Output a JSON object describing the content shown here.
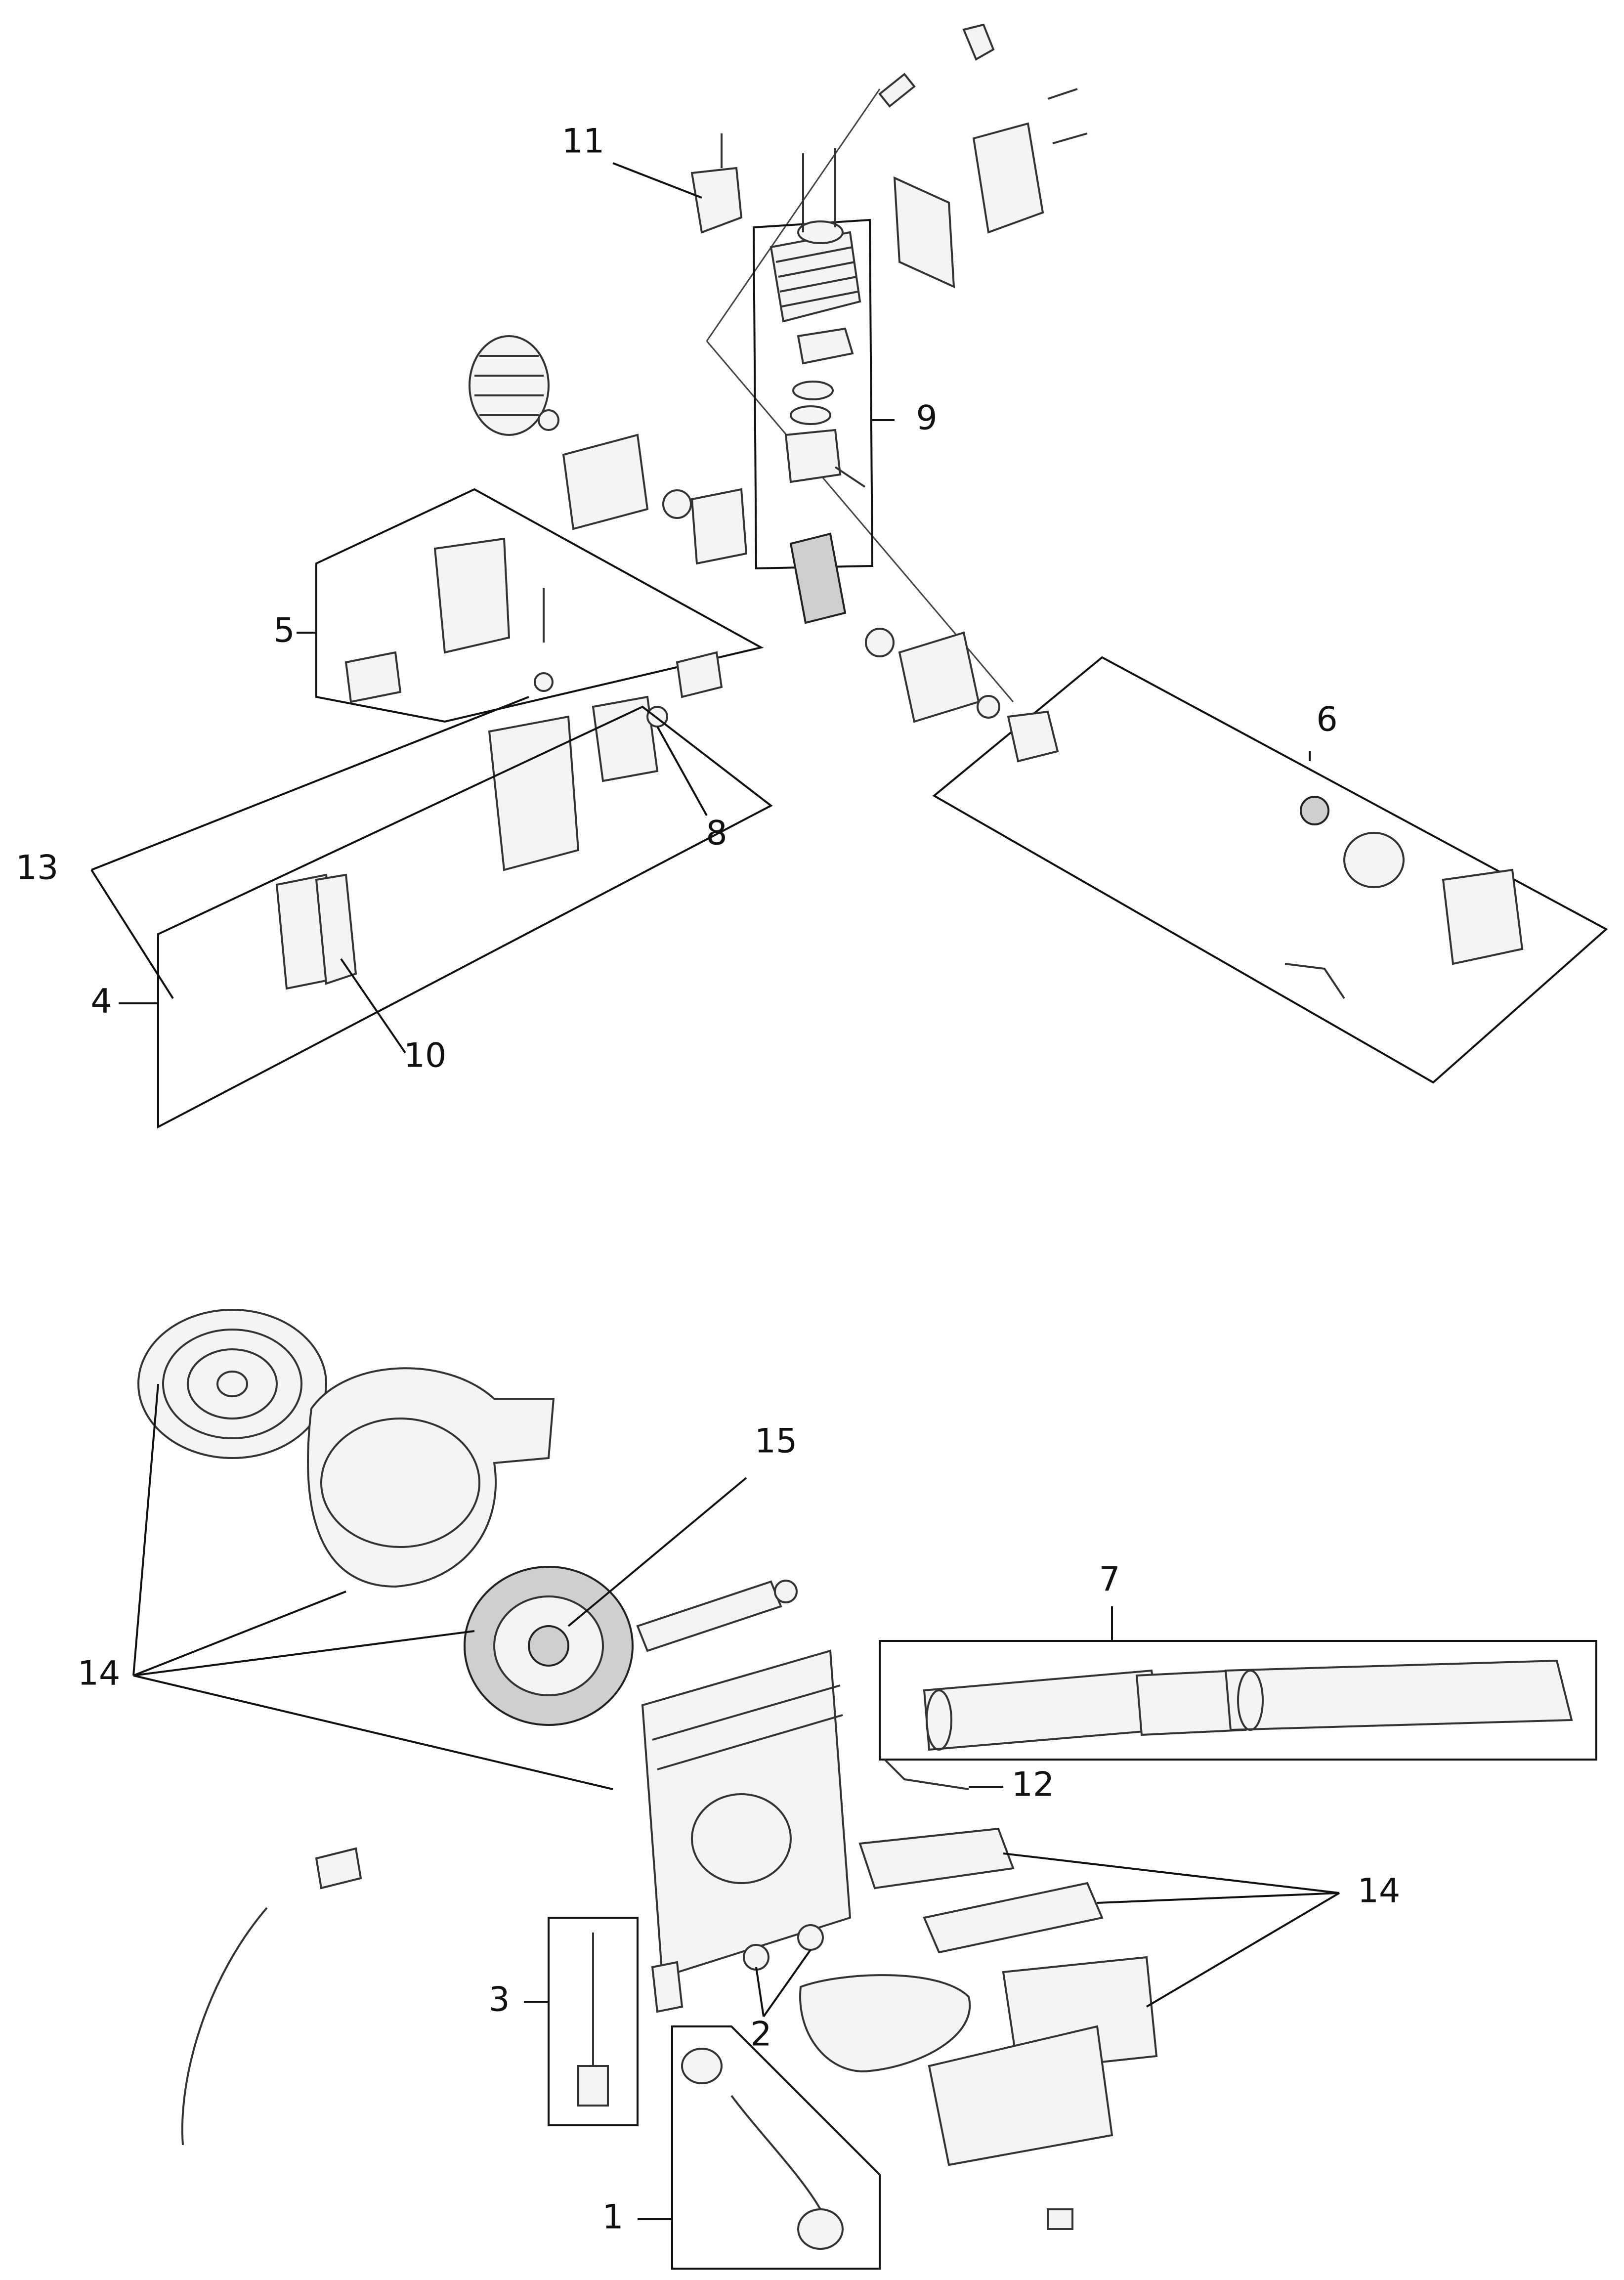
{
  "labels": {
    "l1": "1",
    "l2": "2",
    "l3": "3",
    "l4": "4",
    "l5": "5",
    "l6": "6",
    "l7": "7",
    "l8": "8",
    "l9": "9",
    "l10": "10",
    "l11": "11",
    "l12": "12",
    "l13": "13",
    "l14a": "14",
    "l14b": "14",
    "l15": "15"
  },
  "colors": {
    "ink": "#111111",
    "paper": "#ffffff",
    "part_fill": "#f4f4f4",
    "part_shade": "#cfcfcf"
  }
}
